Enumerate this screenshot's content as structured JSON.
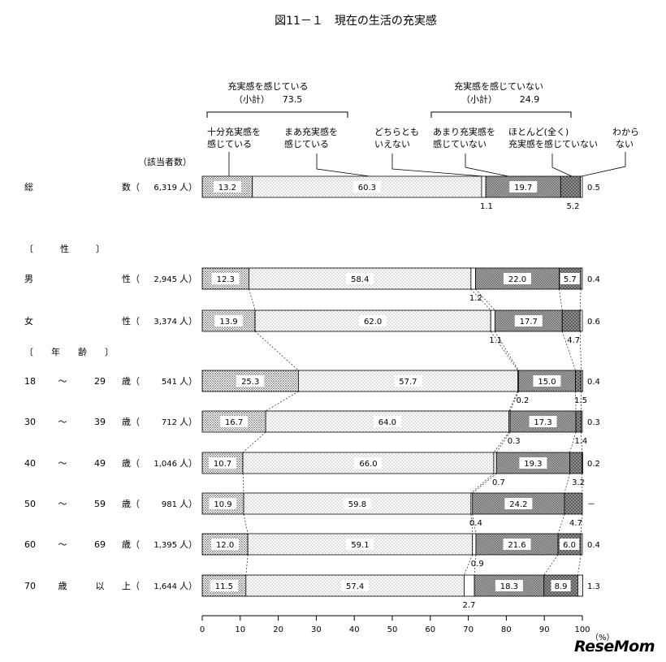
{
  "title": "図11－１　現在の生活の充実感",
  "watermark": "ReseMom",
  "count_header": "（該当者数）",
  "percent_label": "（%）",
  "group_headers": {
    "satisfied": {
      "line1": "充実感を感じている",
      "line2": "（小計）",
      "value": "73.5"
    },
    "unsatisfied": {
      "line1": "充実感を感じていない",
      "line2": "（小計）",
      "value": "24.9"
    }
  },
  "section_headers": {
    "sex": "〔　　　性　　　〕",
    "age": "〔　　年　　齢　　〕"
  },
  "colors": {
    "very_satisfied": "#b4b4b4",
    "somewhat_satisfied": "#ebebeb",
    "neutral": "#ffffff",
    "not_very": "#cfcfcf",
    "hardly": "#9a9a9a",
    "dont_know": "#ebebeb"
  },
  "chart_data": {
    "type": "bar",
    "orientation": "horizontal",
    "stacked": true,
    "xlim": [
      0,
      100
    ],
    "x_ticks": [
      "0",
      "10",
      "20",
      "30",
      "40",
      "50",
      "60",
      "70",
      "80",
      "90",
      "100"
    ],
    "series_names": [
      [
        "十分充実感を",
        "感じている"
      ],
      [
        "まあ充実感を",
        "感じている"
      ],
      [
        "どちらとも",
        "いえない"
      ],
      [
        "あまり充実感を",
        "感じていない"
      ],
      [
        "ほとんど(全く)",
        "充実感を感じていない"
      ],
      [
        "わから",
        "ない"
      ]
    ],
    "rows": [
      {
        "label_left": "総",
        "label_right": "数（",
        "count": "6,319",
        "unit": "人）",
        "values": [
          13.2,
          60.3,
          1.1,
          19.7,
          5.2,
          0.5
        ],
        "labels": [
          "13.2",
          "60.3",
          "1.1",
          "19.7",
          "5.2",
          "0.5"
        ]
      },
      {
        "label_left": "男",
        "label_right": "性（",
        "count": "2,945",
        "unit": "人）",
        "values": [
          12.3,
          58.4,
          1.2,
          22.0,
          5.7,
          0.4
        ],
        "labels": [
          "12.3",
          "58.4",
          "1.2",
          "22.0",
          "5.7",
          "0.4"
        ]
      },
      {
        "label_left": "女",
        "label_right": "性（",
        "count": "3,374",
        "unit": "人）",
        "values": [
          13.9,
          62.0,
          1.1,
          17.7,
          4.7,
          0.6
        ],
        "labels": [
          "13.9",
          "62.0",
          "1.1",
          "17.7",
          "4.7",
          "0.6"
        ]
      },
      {
        "label_left": "18",
        "label_mid1": "～",
        "label_mid2": "29",
        "label_right": "歳（",
        "count": "541",
        "unit": "人）",
        "values": [
          25.3,
          57.7,
          0.2,
          15.0,
          1.5,
          0.4
        ],
        "labels": [
          "25.3",
          "57.7",
          "0.2",
          "15.0",
          "1.5",
          "0.4"
        ]
      },
      {
        "label_left": "30",
        "label_mid1": "～",
        "label_mid2": "39",
        "label_right": "歳（",
        "count": "712",
        "unit": "人）",
        "values": [
          16.7,
          64.0,
          0.3,
          17.3,
          1.4,
          0.3
        ],
        "labels": [
          "16.7",
          "64.0",
          "0.3",
          "17.3",
          "1.4",
          "0.3"
        ]
      },
      {
        "label_left": "40",
        "label_mid1": "～",
        "label_mid2": "49",
        "label_right": "歳（",
        "count": "1,046",
        "unit": "人）",
        "values": [
          10.7,
          66.0,
          0.7,
          19.3,
          3.2,
          0.2
        ],
        "labels": [
          "10.7",
          "66.0",
          "0.7",
          "19.3",
          "3.2",
          "0.2"
        ]
      },
      {
        "label_left": "50",
        "label_mid1": "～",
        "label_mid2": "59",
        "label_right": "歳（",
        "count": "981",
        "unit": "人）",
        "values": [
          10.9,
          59.8,
          0.4,
          24.2,
          4.7,
          0
        ],
        "labels": [
          "10.9",
          "59.8",
          "0.4",
          "24.2",
          "4.7",
          "－"
        ]
      },
      {
        "label_left": "60",
        "label_mid1": "～",
        "label_mid2": "69",
        "label_right": "歳（",
        "count": "1,395",
        "unit": "人）",
        "values": [
          12.0,
          59.1,
          0.9,
          21.6,
          6.0,
          0.4
        ],
        "labels": [
          "12.0",
          "59.1",
          "0.9",
          "21.6",
          "6.0",
          "0.4"
        ]
      },
      {
        "label_left": "70",
        "label_mid1": "歳",
        "label_mid2": "以",
        "label_right": "上（",
        "count": "1,644",
        "unit": "人）",
        "values": [
          11.5,
          57.4,
          2.7,
          18.3,
          8.9,
          1.3
        ],
        "labels": [
          "11.5",
          "57.4",
          "2.7",
          "18.3",
          "8.9",
          "1.3"
        ]
      }
    ]
  }
}
